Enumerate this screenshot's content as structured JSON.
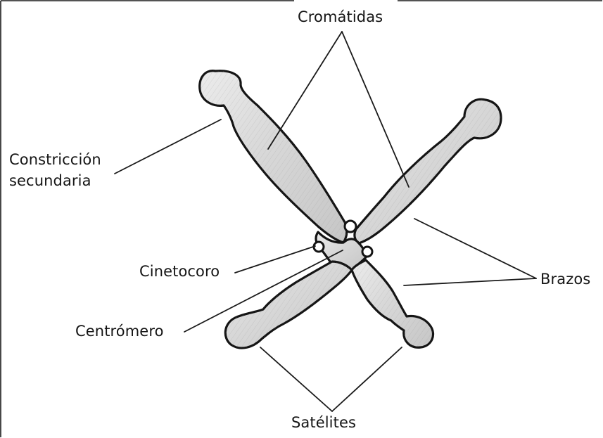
{
  "labels": {
    "cromatidas": "Cromátidas",
    "constriccion_line1": "Constricción",
    "constriccion_line2": "secundaria",
    "cinetocoro": "Cinetocoro",
    "brazos": "Brazos",
    "centromero": "Centrómero",
    "satelites": "Satélites"
  },
  "colors": {
    "outline": "#141414",
    "chromatid_fill": "#dcdcdc",
    "background": "#ffffff"
  }
}
